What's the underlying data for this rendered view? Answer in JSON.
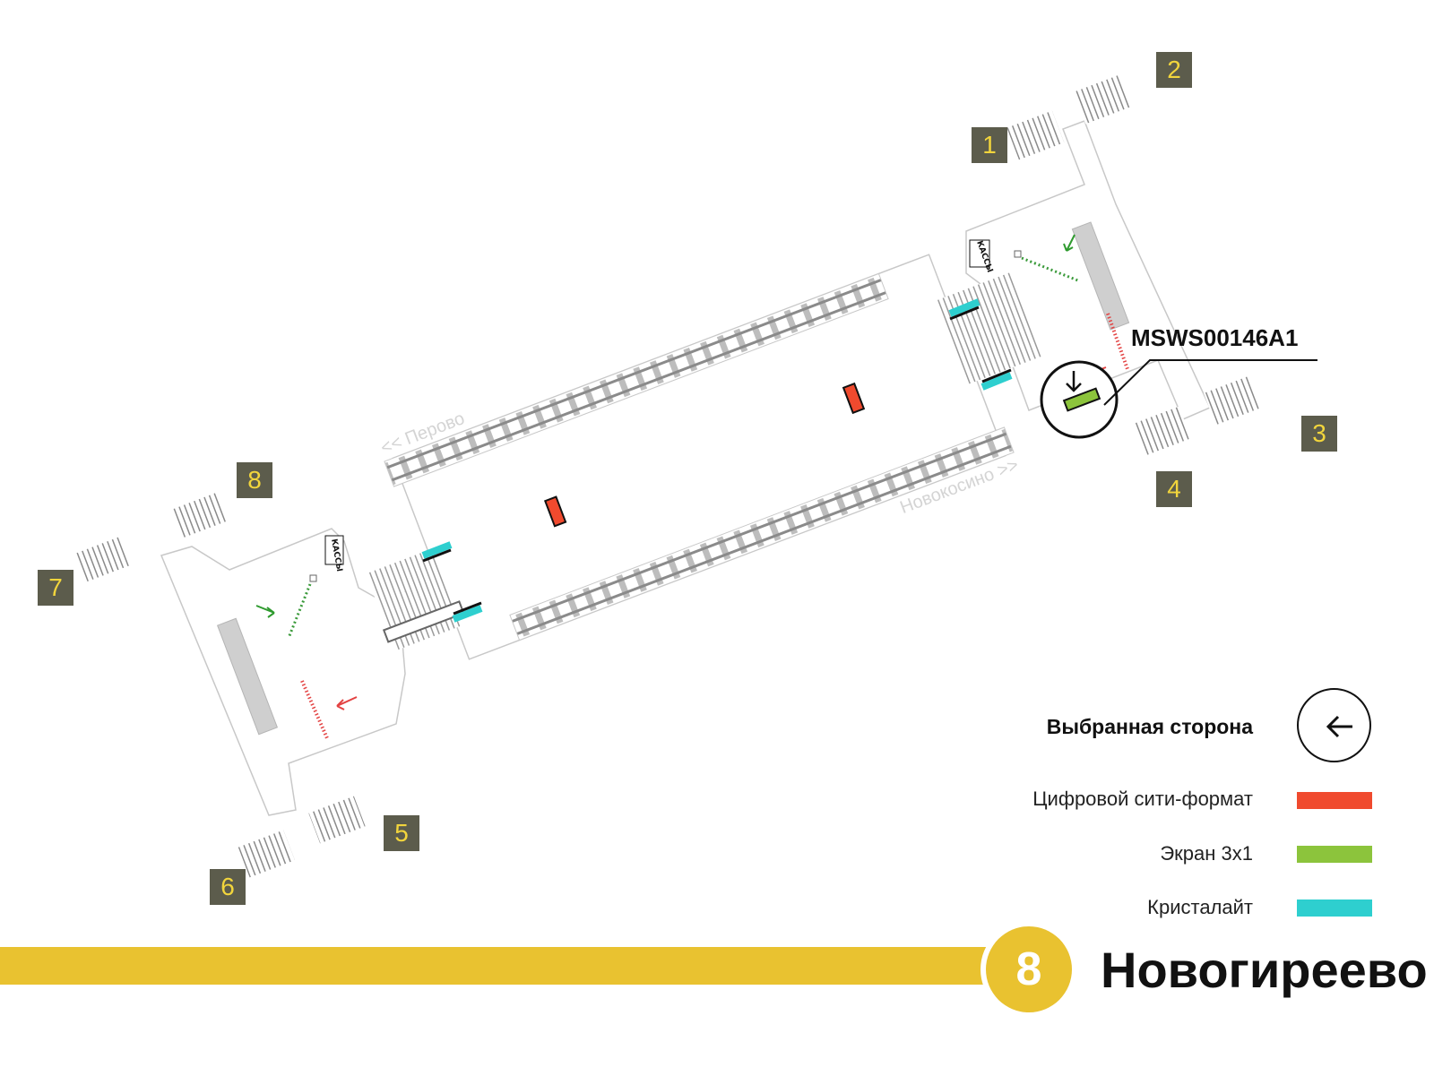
{
  "station": {
    "line_number": "8",
    "name": "Новогиреево",
    "line_color": "#e9c230"
  },
  "map": {
    "selected_location_code": "MSWS00146A1",
    "direction_left": "<< Перово",
    "direction_right": "Новокосино >>",
    "ticket_office_label": "КАССЫ",
    "exits": [
      "1",
      "2",
      "3",
      "4",
      "5",
      "6",
      "7",
      "8"
    ]
  },
  "legend": {
    "selected_side": "Выбранная сторона",
    "digital_city_format": "Цифровой сити-формат",
    "screen_3x1": "Экран 3x1",
    "crystalight": "Кристалайт",
    "colors": {
      "digital_city_format": "#f04a2e",
      "screen_3x1": "#8cc43c",
      "crystalight": "#2ecfcf",
      "exit_badge": "#5c5c4c",
      "exit_number": "#f2d53c"
    },
    "icons": [
      "selected-side-arrow-icon"
    ]
  }
}
